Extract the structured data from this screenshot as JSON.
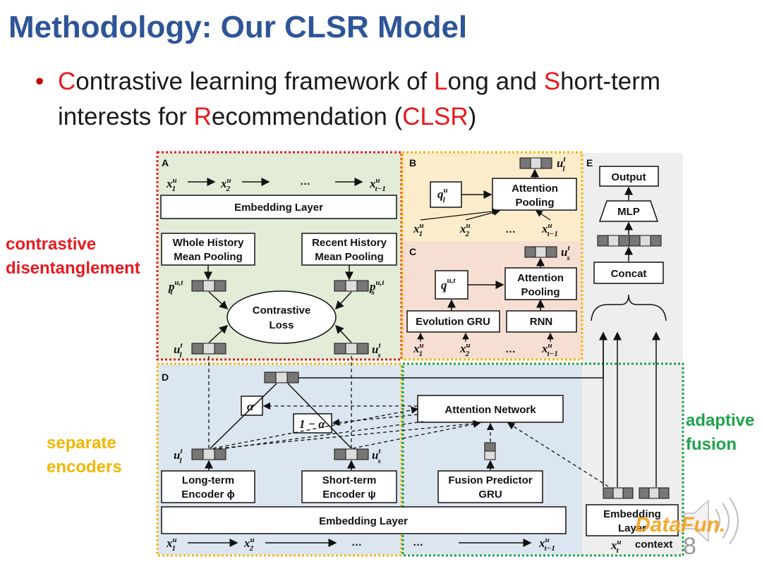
{
  "slide": {
    "title": "Methodology: Our CLSR Model",
    "bullet": {
      "l1_c": "C",
      "l1_a": "ontrastive learning framework of ",
      "l1_l": "L",
      "l1_b": "ong and ",
      "l1_s": "S",
      "l1_c2": "hort-term",
      "l2_a": "interests for ",
      "l2_r": "R",
      "l2_b": "ecommendation (",
      "l2_clsr": "CLSR",
      "l2_c": ")"
    },
    "side_labels": {
      "red_1": "contrastive",
      "red_2": "disentanglement",
      "yellow_1": "separate",
      "yellow_2": "encoders",
      "green_1": "adaptive",
      "green_2": "fusion"
    },
    "page_number": "8",
    "brand": "DataFun."
  },
  "diagram": {
    "panels": {
      "a": "A",
      "b": "B",
      "c": "C",
      "d": "D",
      "e": "E"
    },
    "blocks": {
      "embedding_layer": "Embedding Layer",
      "whole_history_1": "Whole History",
      "whole_history_2": "Mean Pooling",
      "recent_history_1": "Recent History",
      "recent_history_2": "Mean Pooling",
      "contrastive_1": "Contrastive",
      "contrastive_2": "Loss",
      "attention_1": "Attention",
      "attention_2": "Pooling",
      "evolution_gru": "Evolution GRU",
      "rnn": "RNN",
      "output": "Output",
      "mlp": "MLP",
      "concat": "Concat",
      "alpha": "α",
      "one_minus_alpha": "1 − α",
      "attention_network": "Attention Network",
      "longterm_1": "Long-term",
      "longterm_2": "Encoder ϕ",
      "shortterm_1": "Short-term",
      "shortterm_2": "Encoder ψ",
      "fusion_1": "Fusion Predictor",
      "fusion_2": "GRU",
      "embedding_e_1": "Embedding",
      "embedding_e_2": "Layer",
      "context": "context",
      "ellipsis": "…"
    },
    "symbols": {
      "x": "x",
      "u": "u",
      "p": "p",
      "q": "q",
      "s1": "1",
      "s2": "2",
      "st1": "t−1",
      "sl": "l",
      "ss": "s",
      "st": "t",
      "sup_u": "u",
      "sup_t": "t",
      "sup_ut": "u,t"
    },
    "colors": {
      "title_blue": "#2e5597",
      "accent_red": "#e8191d",
      "accent_yellow": "#f2b600",
      "accent_green": "#1ea34a",
      "panel_a_fill": "#e2ecd6",
      "panel_b_fill": "#fbeccb",
      "panel_c_fill": "#f6dfd2",
      "panel_d_fill": "#dce6f1",
      "panel_e_fill": "#eeeeee"
    }
  }
}
